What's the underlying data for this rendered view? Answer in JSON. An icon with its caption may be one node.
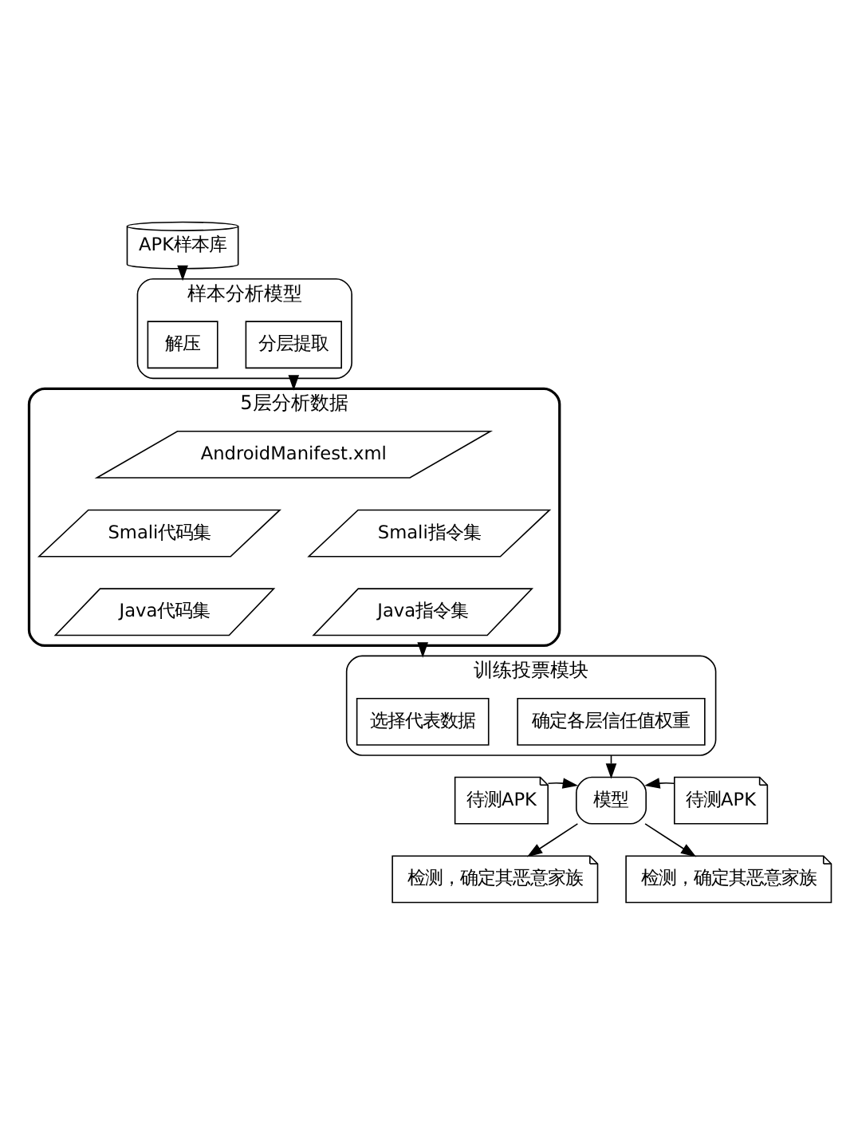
{
  "diagram": {
    "nodes": [
      {
        "text": [
          "APK样本库"
        ]
      },
      {
        "text": [
          "样本分析模型"
        ]
      },
      {
        "text": [
          "解压"
        ],
        "in": 1
      },
      {
        "text": [
          "分层提取"
        ],
        "in": 1
      },
      {
        "text": [
          "5层分析数据"
        ]
      },
      {
        "text": [
          "AndroidManifest.xml"
        ],
        "in": 4
      },
      {
        "text": [
          "Smali代码集"
        ],
        "in": 4
      },
      {
        "text": [
          "Smali指令集"
        ],
        "in": 4
      },
      {
        "text": [
          "Java代码集"
        ],
        "in": 4
      },
      {
        "text": [
          "Java指令集"
        ],
        "in": 4
      },
      {
        "text": [
          "训练投票模块"
        ]
      },
      {
        "text": [
          "选择代表数据"
        ],
        "in": 10
      },
      {
        "text": [
          "确定各层信任值权重"
        ],
        "in": 10
      },
      {
        "text": [
          "待测APK"
        ]
      },
      {
        "text": [
          "模型"
        ]
      },
      {
        "text": [
          "待测APK"
        ]
      },
      {
        "text": [
          "检测，确定其恶意家族"
        ]
      },
      {
        "text": [
          "检测，确定其恶意家族"
        ]
      }
    ],
    "edges": [
      {
        "from": 0,
        "to": 1,
        "arrow": "to"
      },
      {
        "from": 1,
        "to": 4,
        "arrow": "to"
      },
      {
        "from": 4,
        "to": 10,
        "arrow": "to"
      },
      {
        "from": 10,
        "to": 14,
        "arrow": "to"
      },
      {
        "from": 13,
        "to": 14,
        "arrow": "to"
      },
      {
        "from": 15,
        "to": 14,
        "arrow": "to"
      },
      {
        "from": 14,
        "to": 16,
        "arrow": "to"
      },
      {
        "from": 14,
        "to": 17,
        "arrow": "to"
      }
    ]
  }
}
